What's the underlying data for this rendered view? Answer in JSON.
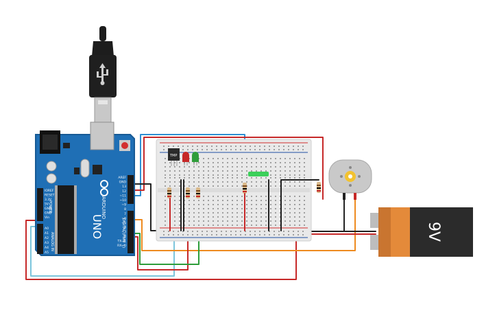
{
  "arduino": {
    "brand_line1": "ARDUINO",
    "brand_line2": "UNO",
    "digital_label": "DIGITAL (PWM ~)",
    "analog_label": "ANALOG IN",
    "power_label": "POWER",
    "pins_right": [
      "AREF",
      "GND",
      "13",
      "12",
      "~11",
      "~10",
      "~9",
      "8",
      "7",
      "~6",
      "~5",
      "4",
      "~3",
      "2",
      "TX→1",
      "RX←0"
    ],
    "pins_analog": [
      "A0",
      "A1",
      "A2",
      "A3",
      "A4",
      "A5"
    ],
    "pins_power": [
      "IOREF",
      "RESET",
      "3.3V",
      "5V",
      "GND",
      "GND",
      "Vin"
    ],
    "colors": {
      "board": "#1f6fb5",
      "board_dark": "#175a95",
      "chip": "#1a1a1a"
    }
  },
  "usb_cable": {
    "icon": "usb-icon",
    "colors": {
      "plug": "#1d1d1d",
      "metal": "#c8c8c8"
    }
  },
  "breadboard": {
    "components": {
      "sensor_label": "TMP",
      "lcd_label": "",
      "leds": [
        {
          "color": "#c62828"
        },
        {
          "color": "#2e9d3a"
        }
      ]
    },
    "colors": {
      "body": "#e9e9e9",
      "rail_red": "#d32f2f",
      "rail_blue": "#1e4fa3",
      "hole": "#9e9e9e"
    }
  },
  "motor": {
    "icon": "dc-motor-icon",
    "colors": {
      "body": "#c9c9c9",
      "hub": "#f2c230"
    }
  },
  "battery": {
    "label": "9V",
    "colors": {
      "body": "#e48a3a",
      "cap": "#2b2b2b",
      "terminal": "#bdbdbd"
    }
  },
  "wires": {
    "colors": {
      "red": "#c62828",
      "black": "#222222",
      "blue": "#2e8fd4",
      "orange": "#ee8a1f",
      "green": "#2e9d3a",
      "lightblue": "#7cc5dc"
    }
  }
}
